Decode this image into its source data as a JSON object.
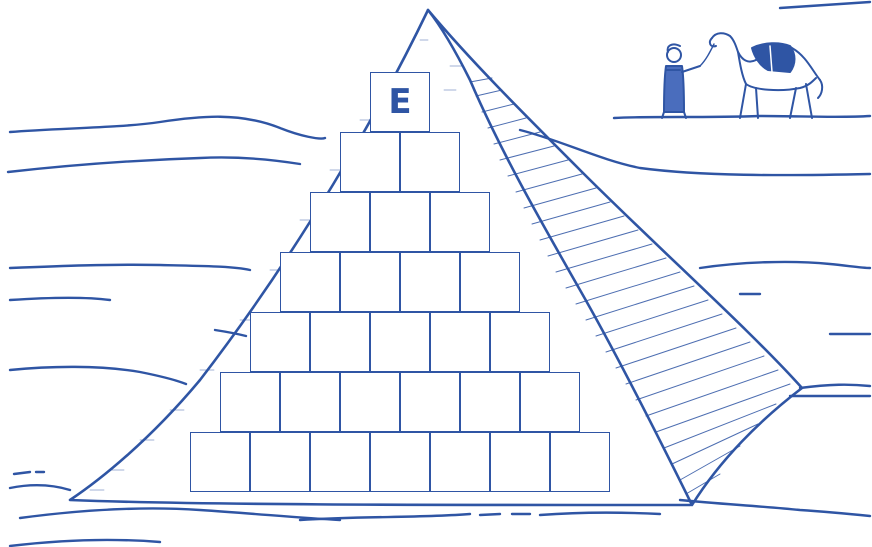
{
  "puzzle": {
    "rows": [
      [
        {
          "letter": "E",
          "given": true
        }
      ],
      [
        {
          "letter": ""
        },
        {
          "letter": ""
        }
      ],
      [
        {
          "letter": ""
        },
        {
          "letter": ""
        },
        {
          "letter": ""
        }
      ],
      [
        {
          "letter": ""
        },
        {
          "letter": ""
        },
        {
          "letter": ""
        },
        {
          "letter": ""
        }
      ],
      [
        {
          "letter": ""
        },
        {
          "letter": ""
        },
        {
          "letter": ""
        },
        {
          "letter": ""
        },
        {
          "letter": ""
        }
      ],
      [
        {
          "letter": ""
        },
        {
          "letter": ""
        },
        {
          "letter": ""
        },
        {
          "letter": ""
        },
        {
          "letter": ""
        },
        {
          "letter": ""
        }
      ],
      [
        {
          "letter": ""
        },
        {
          "letter": ""
        },
        {
          "letter": ""
        },
        {
          "letter": ""
        },
        {
          "letter": ""
        },
        {
          "letter": ""
        },
        {
          "letter": ""
        }
      ]
    ]
  },
  "scene": {
    "figures": [
      "pyramid",
      "desert-dunes",
      "camel",
      "camel-handler"
    ]
  },
  "colors": {
    "ink": "#2f55a4",
    "background": "#ffffff"
  }
}
